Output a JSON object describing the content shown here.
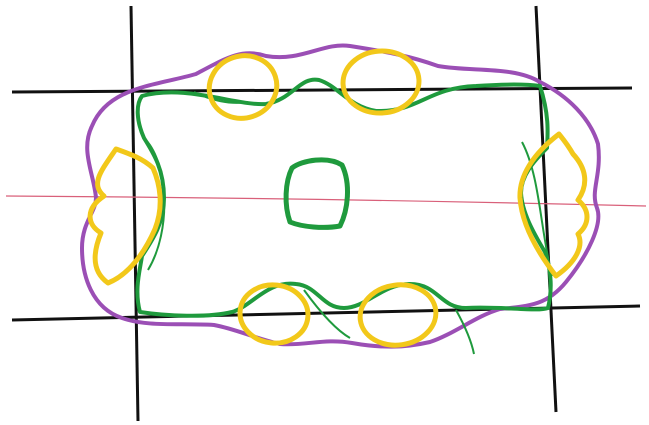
{
  "drawing": {
    "background_color": "#ffffff",
    "colors": {
      "grid": "#111111",
      "centerline": "#d9607a",
      "outer_contour": "#9b4fb5",
      "inner_contour": "#1f9a3d",
      "loops": "#f2c81a"
    },
    "line_count": {
      "vertical_guides": 2,
      "horizontal_guides": 2
    },
    "shapes": [
      "grid-lines",
      "center-axis",
      "purple-outer-outline",
      "green-inner-outline",
      "yellow-lobes",
      "center-rounded-square"
    ]
  }
}
